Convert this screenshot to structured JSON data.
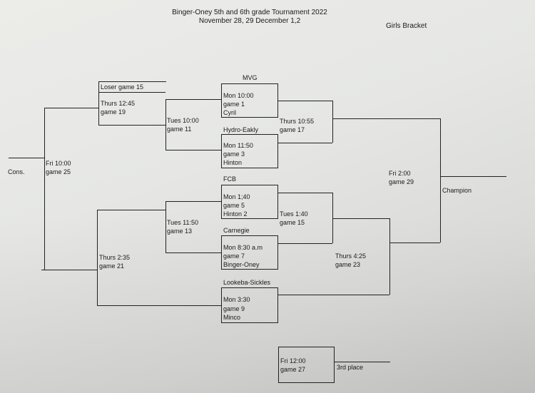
{
  "header": {
    "title": "Binger-Oney 5th and 6th grade Tournament 2022",
    "dates": "November 28, 29 December 1,2",
    "bracket_label": "Girls Bracket"
  },
  "side_labels": {
    "cons": "Cons.",
    "champion": "Champion",
    "third_place": "3rd place"
  },
  "teams": {
    "mvg": "MVG",
    "cyril": "Cyril",
    "hydro_eakly": "Hydro-Eakly",
    "hinton": "Hinton",
    "fcb": "FCB",
    "hinton2": "Hinton 2",
    "carnegie": "Carnegie",
    "binger_oney": "Binger-Oney",
    "lookeba_sickles": "Lookeba-Sickles",
    "minco": "Minco"
  },
  "games": {
    "g1": {
      "time": "Mon 10:00",
      "num": "game 1"
    },
    "g3": {
      "time": "Mon 11:50",
      "num": "game 3"
    },
    "g5": {
      "time": "Mon 1;40",
      "num": "game 5"
    },
    "g7": {
      "time": "Mon 8:30 a.m",
      "num": "game 7"
    },
    "g9": {
      "time": "Mon 3:30",
      "num": "game 9"
    },
    "g11": {
      "time": "Tues 10:00",
      "num": "game 11"
    },
    "g13": {
      "time": "Tues 11:50",
      "num": "game 13"
    },
    "g15": {
      "time": "Tues 1:40",
      "num": "game 15"
    },
    "g17": {
      "time": "Thurs 10:55",
      "num": "game 17"
    },
    "g19": {
      "time": "Thurs 12:45",
      "num": "game 19",
      "top_label": "Loser game 15"
    },
    "g21": {
      "time": "Thurs 2:35",
      "num": "game 21"
    },
    "g23": {
      "time": "Thurs 4:25",
      "num": "game 23"
    },
    "g25": {
      "time": "Fri 10:00",
      "num": "game 25"
    },
    "g27": {
      "time": "Fri 12:00",
      "num": "game 27"
    },
    "g29": {
      "time": "Fri 2:00",
      "num": "game 29"
    }
  }
}
